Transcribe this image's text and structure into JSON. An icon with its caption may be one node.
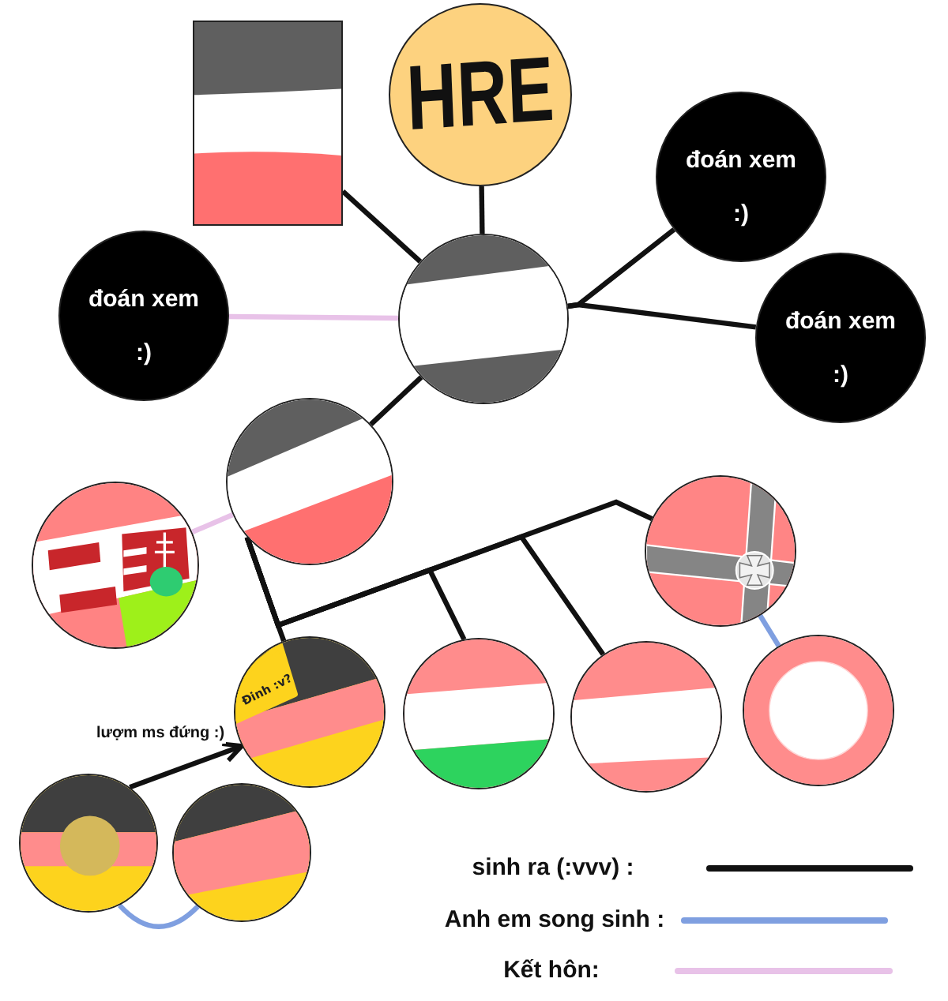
{
  "diagram": {
    "nodes": [
      {
        "text": [],
        "shape": "picture"
      },
      {
        "text": [
          "HRE"
        ]
      },
      {
        "text": [
          "đoán xem :)"
        ]
      },
      {
        "text": [
          "đoán xem :)"
        ]
      },
      {
        "text": [],
        "shape": "picture"
      },
      {
        "text": [
          "đoán xem :)"
        ]
      },
      {
        "text": [],
        "shape": "picture"
      },
      {
        "text": [],
        "shape": "picture"
      },
      {
        "text": [],
        "shape": "picture"
      },
      {
        "text": [
          "Đinh :v?"
        ]
      },
      {
        "text": [],
        "shape": "picture"
      },
      {
        "text": [],
        "shape": "picture"
      },
      {
        "text": [],
        "shape": "picture"
      },
      {
        "text": [],
        "shape": "picture"
      },
      {
        "text": [],
        "shape": "picture"
      }
    ],
    "edges": [
      {
        "from": 0,
        "to": 4,
        "arrow": "none"
      },
      {
        "from": 1,
        "to": 4,
        "arrow": "none"
      },
      {
        "from": 4,
        "to": 2,
        "arrow": "none"
      },
      {
        "from": 4,
        "to": 5,
        "arrow": "none"
      },
      {
        "from": 3,
        "to": 4,
        "arrow": "none",
        "color": "#e8c2e8"
      },
      {
        "from": 4,
        "to": 6,
        "arrow": "none"
      },
      {
        "from": 7,
        "to": 6,
        "arrow": "none",
        "color": "#e8c2e8"
      },
      {
        "from": 6,
        "to": 9,
        "arrow": "none"
      },
      {
        "from": 6,
        "to": 10,
        "arrow": "none"
      },
      {
        "from": 6,
        "to": 11,
        "arrow": "none"
      },
      {
        "from": 6,
        "to": 8,
        "arrow": "none"
      },
      {
        "from": 8,
        "to": 12,
        "arrow": "none",
        "color": "#7f9fe0"
      },
      {
        "from": 13,
        "to": 14,
        "arrow": "none",
        "color": "#7f9fe0"
      },
      {
        "from": 13,
        "to": 9,
        "arrow": "to",
        "label": "lượm ms đứng :)"
      }
    ],
    "legend": [
      {
        "text": "sinh ra (:vvv) :"
      },
      {
        "text": "Anh em song sinh :"
      },
      {
        "text": "Kết hôn:"
      }
    ]
  }
}
